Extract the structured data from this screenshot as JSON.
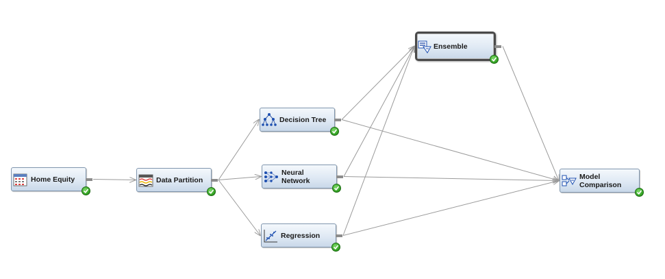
{
  "nodes": [
    {
      "id": "home-equity",
      "label": "Home Equity",
      "icon": "data-source-icon",
      "status": "run-completed"
    },
    {
      "id": "data-partition",
      "label": "Data Partition",
      "icon": "data-partition-icon",
      "status": "run-completed"
    },
    {
      "id": "decision-tree",
      "label": "Decision Tree",
      "icon": "decision-tree-icon",
      "status": "run-completed"
    },
    {
      "id": "neural-network",
      "label": "Neural Network",
      "icon": "neural-network-icon",
      "status": "run-completed"
    },
    {
      "id": "regression",
      "label": "Regression",
      "icon": "regression-icon",
      "status": "run-completed"
    },
    {
      "id": "ensemble",
      "label": "Ensemble",
      "icon": "ensemble-icon",
      "status": "run-completed",
      "selected": true
    },
    {
      "id": "model-comparison",
      "label": "Model\nComparison",
      "icon": "model-comparison-icon",
      "status": "run-completed"
    }
  ],
  "edges": [
    {
      "from": "home-equity",
      "to": "data-partition"
    },
    {
      "from": "data-partition",
      "to": "decision-tree"
    },
    {
      "from": "data-partition",
      "to": "neural-network"
    },
    {
      "from": "data-partition",
      "to": "regression"
    },
    {
      "from": "decision-tree",
      "to": "ensemble"
    },
    {
      "from": "neural-network",
      "to": "ensemble"
    },
    {
      "from": "regression",
      "to": "ensemble"
    },
    {
      "from": "decision-tree",
      "to": "model-comparison"
    },
    {
      "from": "neural-network",
      "to": "model-comparison"
    },
    {
      "from": "regression",
      "to": "model-comparison"
    },
    {
      "from": "ensemble",
      "to": "model-comparison"
    }
  ],
  "colors": {
    "edge": "#9a9a9a",
    "node_border": "#7f95ad",
    "node_fill": "#dfe9f4",
    "status_ok": "#2f9e1f"
  }
}
